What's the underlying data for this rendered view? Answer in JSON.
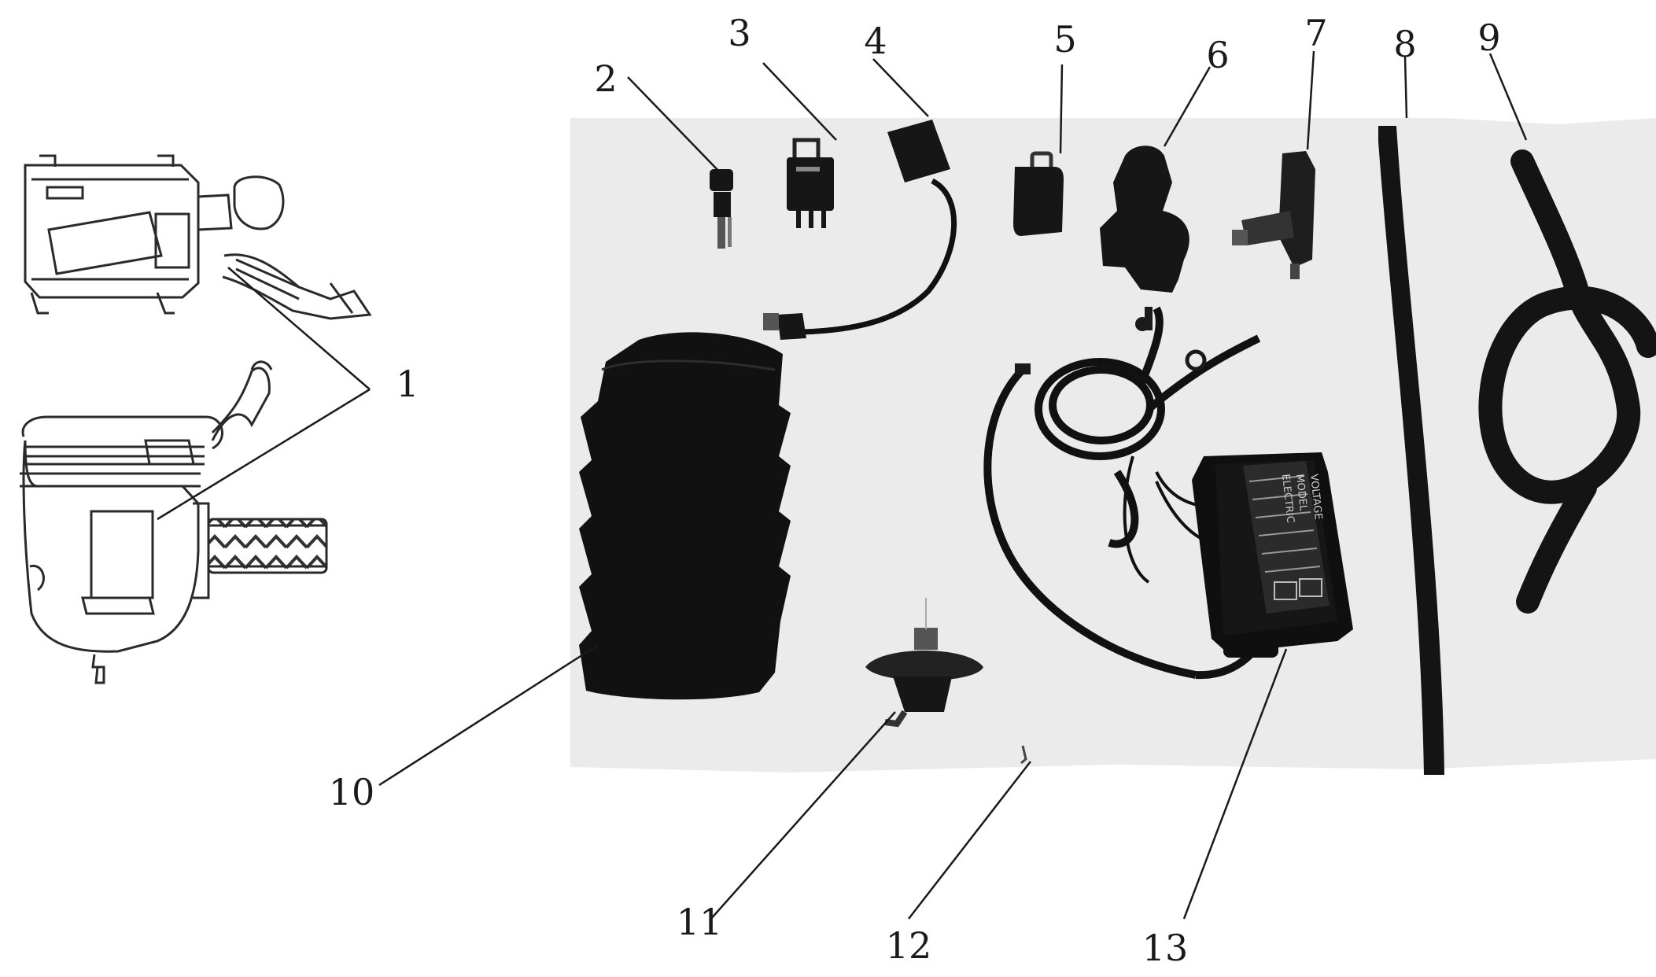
{
  "callouts": {
    "c1": "1",
    "c2": "2",
    "c3": "3",
    "c4": "4",
    "c5": "5",
    "c6": "6",
    "c7": "7",
    "c8": "8",
    "c9": "9",
    "c10": "10",
    "c11": "11",
    "c12": "12",
    "c13": "13"
  },
  "parts": [
    {
      "ref": "1",
      "icon": "air-cleaner-assembly-drawing"
    },
    {
      "ref": "2",
      "icon": "pressure-switch"
    },
    {
      "ref": "3",
      "icon": "relay"
    },
    {
      "ref": "4",
      "icon": "sensor-with-cable"
    },
    {
      "ref": "5",
      "icon": "relay"
    },
    {
      "ref": "6",
      "icon": "valve-housing"
    },
    {
      "ref": "7",
      "icon": "fuel-valve"
    },
    {
      "ref": "8",
      "icon": "straight-hose"
    },
    {
      "ref": "9",
      "icon": "coiled-hose"
    },
    {
      "ref": "10",
      "icon": "rubber-bellows"
    },
    {
      "ref": "11",
      "icon": "vacuum-valve"
    },
    {
      "ref": "12",
      "icon": "screw"
    },
    {
      "ref": "13",
      "icon": "electronic-control-box-with-wiring"
    }
  ],
  "module_label_lines": [
    "ELECTRIC",
    "MODEL",
    "VOLTAGE"
  ],
  "colors": {
    "ink": "#1a1a1a",
    "photo_bg": "#ebebeb",
    "part": "#161616"
  }
}
